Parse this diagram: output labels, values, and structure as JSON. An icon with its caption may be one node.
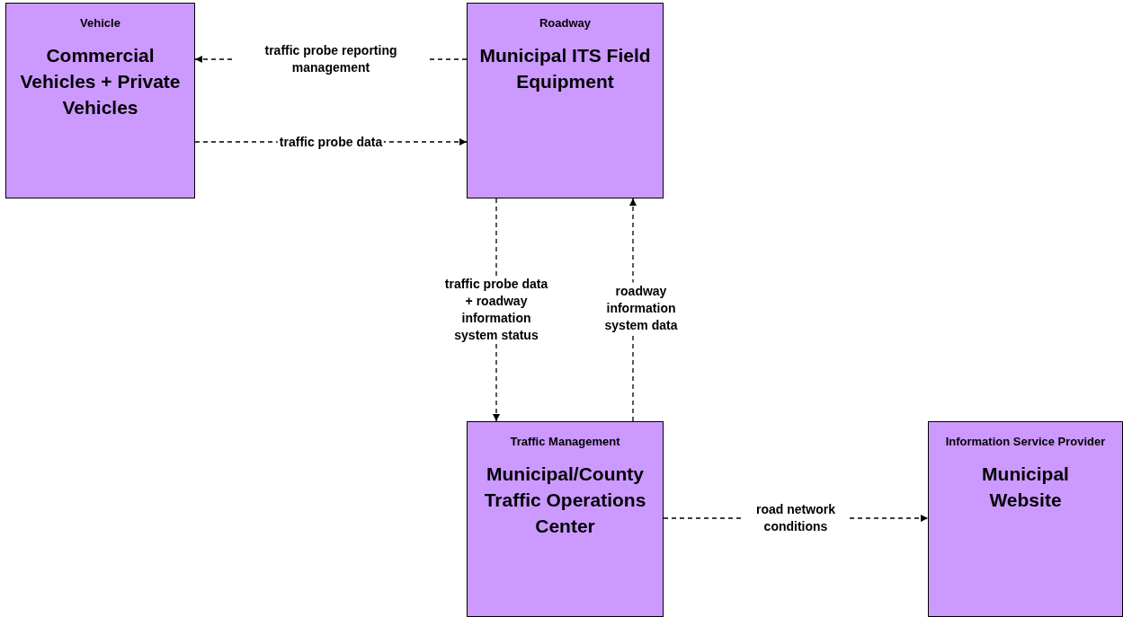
{
  "diagram": {
    "nodes": [
      {
        "text": [
          "Vehicle",
          "Commercial Vehicles + Private Vehicles"
        ]
      },
      {
        "text": [
          "Roadway",
          "Municipal ITS Field Equipment"
        ]
      },
      {
        "text": [
          "Traffic Management",
          "Municipal/County Traffic Operations Center"
        ]
      },
      {
        "text": [
          "Information Service Provider",
          "Municipal Website"
        ]
      }
    ],
    "edges": [
      {
        "from": 1,
        "to": 0,
        "arrow": "to",
        "label": "traffic probe reporting management",
        "style": "dashed"
      },
      {
        "from": 0,
        "to": 1,
        "arrow": "to",
        "label": "traffic probe data",
        "style": "dashed"
      },
      {
        "from": 1,
        "to": 2,
        "arrow": "to",
        "label": "traffic probe data + roadway information system status",
        "style": "dashed"
      },
      {
        "from": 2,
        "to": 1,
        "arrow": "to",
        "label": "roadway information system data",
        "style": "dashed"
      },
      {
        "from": 2,
        "to": 3,
        "arrow": "to",
        "label": "road network conditions",
        "style": "dashed"
      }
    ]
  }
}
